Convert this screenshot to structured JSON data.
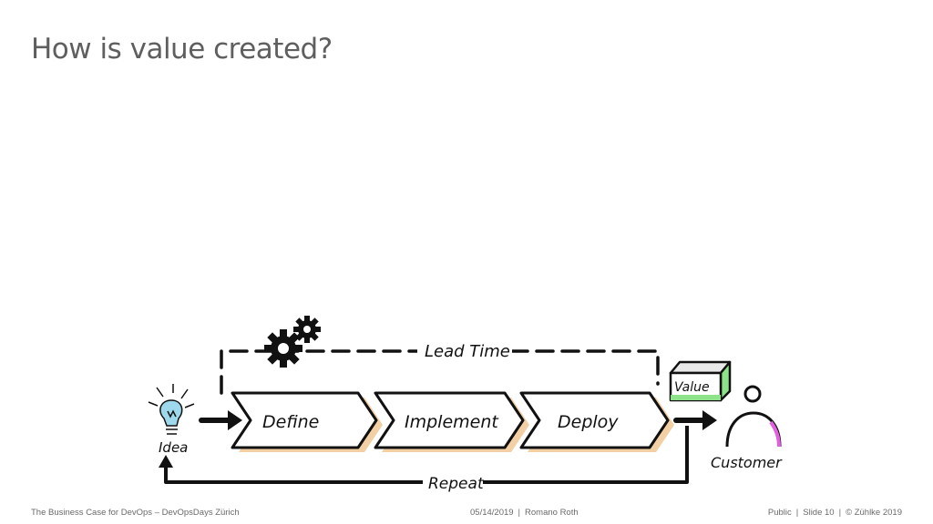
{
  "slide": {
    "title": "How is value created?"
  },
  "diagram": {
    "lead_time_label": "Lead Time",
    "repeat_label": "Repeat",
    "idea_label": "Idea",
    "customer_label": "Customer",
    "value_label": "Value",
    "stages": [
      "Define",
      "Implement",
      "Deploy"
    ],
    "colors": {
      "chevron_shadow": "#f3cfa4",
      "value_green": "#8ee38a",
      "customer_accent": "#e060e0",
      "bulb_blue": "#9dd8ec"
    }
  },
  "footer": {
    "left": "The Business Case for DevOps – DevOpsDays Zürich",
    "date": "05/14/2019",
    "author": "Romano Roth",
    "classification": "Public",
    "slide_label": "Slide 10",
    "copyright": "© Zühlke 2019"
  }
}
